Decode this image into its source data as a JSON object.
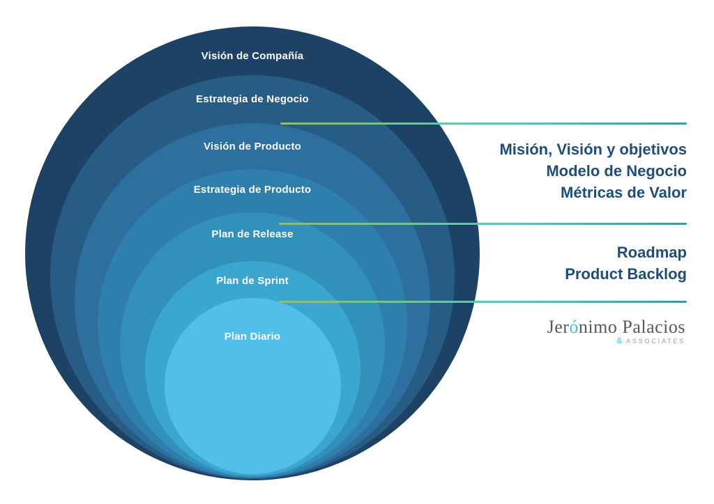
{
  "diagram": {
    "title_semantics": "planning-onion",
    "rings": [
      {
        "label": "Visión de Compañía",
        "color": "#1d4265"
      },
      {
        "label": "Estrategia de Negocio",
        "color": "#275d84"
      },
      {
        "label": "Visión de Producto",
        "color": "#2d6f9e"
      },
      {
        "label": "Estrategia de Producto",
        "color": "#2f7fad"
      },
      {
        "label": "Plan de Release",
        "color": "#3191bb"
      },
      {
        "label": "Plan de Sprint",
        "color": "#3ba7d1"
      },
      {
        "label": "Plan Diario",
        "color": "#51bfe9"
      }
    ],
    "connector_lines": {
      "count": 3,
      "gradient_colors": [
        "#8fbe73",
        "#5dc6bd",
        "#40969e"
      ]
    },
    "annotations": [
      {
        "lines": [
          "Misión, Visión y objetivos",
          "Modelo de Negocio",
          "Métricas de Valor"
        ]
      },
      {
        "lines": [
          "Roadmap",
          "Product Backlog"
        ]
      }
    ],
    "annotation_text_color": "#1f4e79"
  },
  "logo": {
    "name_prefix": "Jer",
    "name_accent": "ó",
    "name_suffix": "nimo Palacios",
    "amp": "&",
    "associates": "ASSOCIATES",
    "name_color": "#58585a",
    "accent_color": "#45c1ef"
  }
}
